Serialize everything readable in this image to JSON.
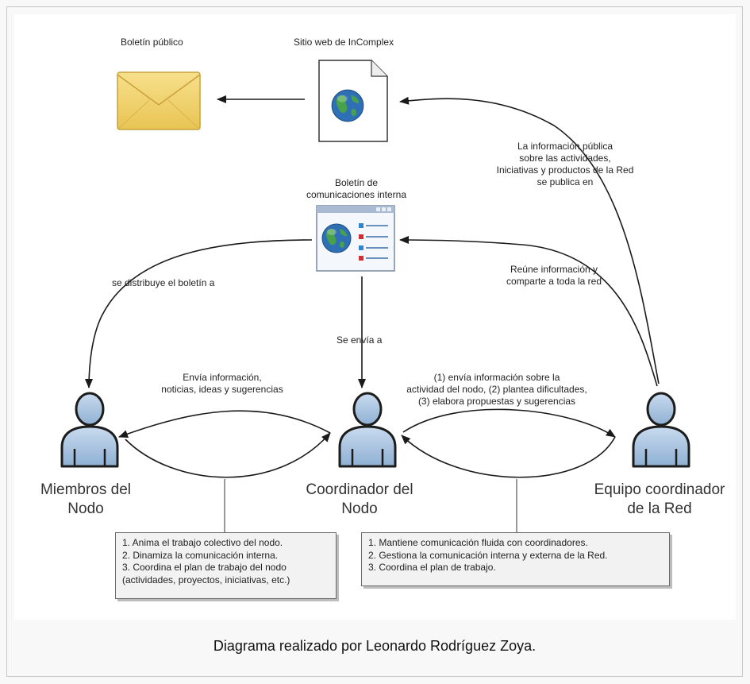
{
  "labels": {
    "boletin_publico": "Boletín público",
    "sitio_web": "Sitio web de InComplex",
    "boletin_interno": [
      "Boletín de",
      "comunicaciones interna"
    ],
    "info_publica": [
      "La información pública",
      "sobre las actividades,",
      "Iniciativas y productos de la Red",
      "se publica en"
    ],
    "reune_info": [
      "Reúne información y",
      "comparte a toda la red"
    ],
    "se_distribuye": "se distribuye el boletín a",
    "se_envia": "Se envía a",
    "envia_info": [
      "Envía información,",
      "noticias, ideas y sugerencias"
    ],
    "envia_actividad": [
      "(1) envía información sobre la",
      "actividad del nodo, (2) plantea dificultades,",
      "(3) elabora propuestas y sugerencias"
    ]
  },
  "actors": {
    "miembros": [
      "Miembros del",
      "Nodo"
    ],
    "coordinador": [
      "Coordinador del",
      "Nodo"
    ],
    "equipo": [
      "Equipo coordinador",
      "de la Red"
    ]
  },
  "notes": {
    "coordinador_nodo": [
      "1. Anima el trabajo colectivo del nodo.",
      "2. Dinamiza la comunicación interna.",
      "3. Coordina el plan de trabajo del nodo",
      "(actividades, proyectos, iniciativas, etc.)"
    ],
    "equipo_red": [
      "1. Mantiene comunicación fluida con coordinadores.",
      "2. Gestiona la comunicación interna y externa de la Red.",
      "3. Coordina el plan de trabajo."
    ]
  },
  "caption": "Diagrama realizado por Leonardo Rodríguez Zoya.",
  "colors": {
    "person_fill": "#a9c4df",
    "envelope_fill": "#f2d36b",
    "globe_ocean": "#2f6fb5",
    "globe_land": "#47a34a"
  },
  "icons": [
    "envelope-icon",
    "web-document-icon",
    "newsletter-window-icon",
    "person-icon"
  ]
}
